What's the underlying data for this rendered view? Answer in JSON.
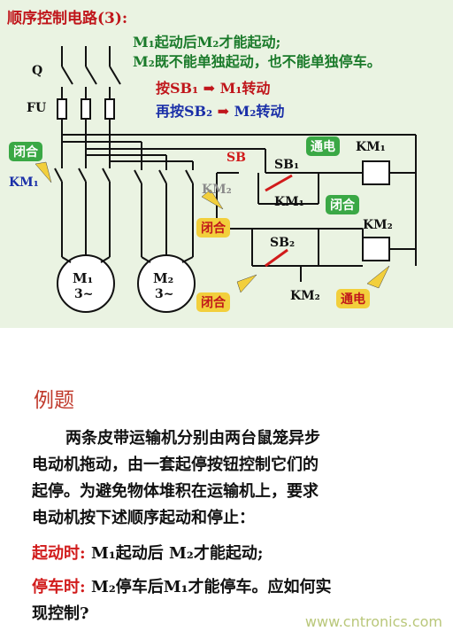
{
  "title": "顺序控制电路(3):",
  "rules": {
    "line1": "M₁起动后M₂才能起动;",
    "line2": "M₂既不能单独起动，也不能单独停车。",
    "press1": "按SB₁",
    "result1": "M₁转动",
    "press2": "再按SB₂",
    "result2": "M₂转动"
  },
  "labels": {
    "q": "Q",
    "fu": "FU",
    "km1_left": "KM₁",
    "km2_gray": "KM₂",
    "sb": "SB",
    "sb1": "SB₁",
    "km1_contact": "KM₁",
    "km1_coil": "KM₁",
    "sb2": "SB₂",
    "km2_coil": "KM₂",
    "km2_bottom": "KM₂",
    "m1": "M₁",
    "m1_type": "3~",
    "m2": "M₂",
    "m2_type": "3~"
  },
  "tags": {
    "bihe_left": "闭合",
    "bihe_km2": "闭合",
    "bihe_km1": "闭合",
    "bihe_bottom": "闭合",
    "tongdian_km1": "通电",
    "tongdian_km2": "通电"
  },
  "example": {
    "heading": "例题",
    "p1": "两条皮带运输机分别由两台鼠笼异步",
    "p2": "电动机拖动，由一套起停按钮控制它们的",
    "p3": "起停。为避免物体堆积在运输机上，要求",
    "p4": "电动机按下述顺序起动和停止：",
    "start_label": "起动时:",
    "start_text": "M₁起动后 M₂才能起动;",
    "stop_label": "停车时:",
    "stop_text": "M₂停车后M₁才能停车。应如何实",
    "last": "现控制?"
  },
  "watermark": "www.cntronics.com",
  "colors": {
    "title": "#c0161b",
    "rule_text": "#1a7a2a",
    "press1": "#c0161b",
    "press2": "#1a2fa8",
    "arrow": "#c0161b",
    "green_tag": "#3aa845",
    "yellow_tag": "#f2cf3c",
    "diagram_bg": "#eaf3e2"
  }
}
